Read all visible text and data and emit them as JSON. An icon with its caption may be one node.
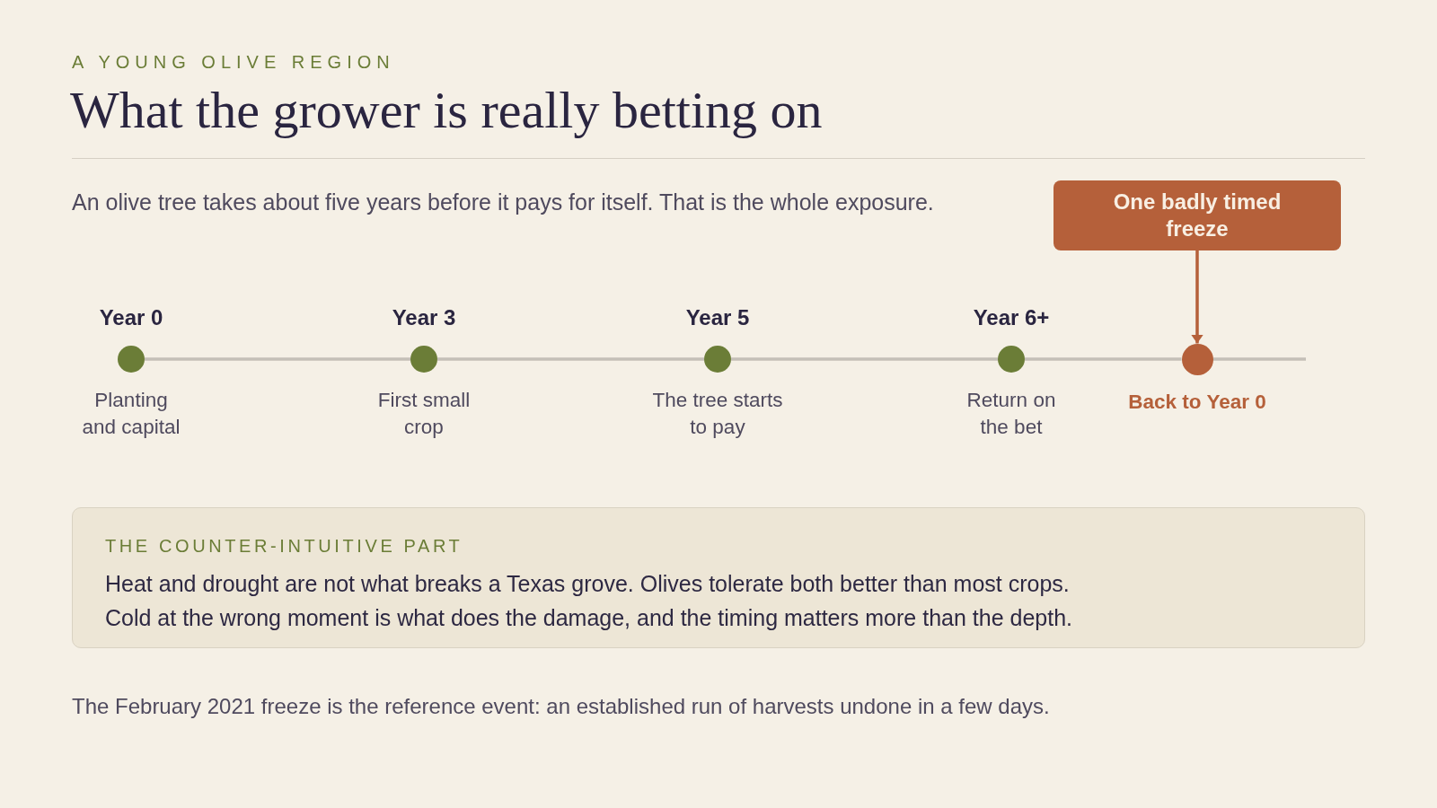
{
  "diagram": {
    "title": "What the grower is really betting on",
    "nodes": [
      {
        "text": [
          "Year 0",
          "Planting and capital"
        ]
      },
      {
        "text": [
          "Year 3",
          "First small crop"
        ]
      },
      {
        "text": [
          "Year 5",
          "The tree starts to pay"
        ]
      },
      {
        "text": [
          "Year 6+",
          "Return on the bet"
        ]
      },
      {
        "text": [
          "One badly timed freeze"
        ]
      },
      {
        "text": [
          "Back to Year 0"
        ]
      },
      {
        "text": [
          "THE COUNTER-INTUITIVE PART",
          "Heat and drought are not what breaks a Texas grove. Olives tolerate both better than most crops.",
          "Cold at the wrong moment is what does the damage, and the timing matters more than the depth."
        ]
      }
    ],
    "edges": [
      {
        "from": 0,
        "to": 1,
        "arrow": "none"
      },
      {
        "from": 1,
        "to": 2,
        "arrow": "none"
      },
      {
        "from": 2,
        "to": 3,
        "arrow": "none"
      },
      {
        "from": 3,
        "to": 5,
        "arrow": "none"
      },
      {
        "from": 5,
        "to": null,
        "arrow": "none"
      },
      {
        "from": 4,
        "to": 5,
        "arrow": "to",
        "color": "#b5603a"
      }
    ],
    "labels": [
      "A YOUNG OLIVE REGION",
      "An olive tree takes about five years before it pays for itself. That is the whole exposure.",
      "The February 2021 freeze is the reference event: an established run of harvests undone in a few days."
    ]
  }
}
